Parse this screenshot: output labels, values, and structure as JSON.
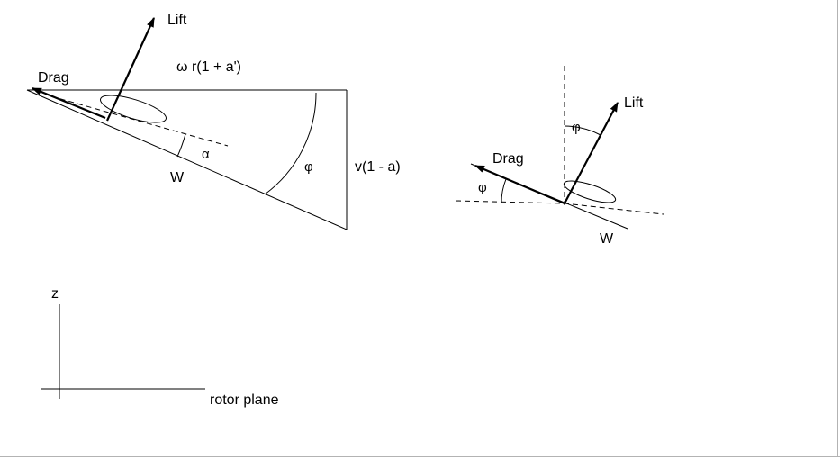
{
  "left_diagram": {
    "lift_label": "Lift",
    "drag_label": "Drag",
    "tangential_velocity_label": "ω r(1 + a')",
    "axial_velocity_label": "v(1 - a)",
    "relative_wind_label": "W",
    "angle_of_attack_label": "α",
    "inflow_angle_label": "φ"
  },
  "right_diagram": {
    "lift_label": "Lift",
    "drag_label": "Drag",
    "relative_wind_label": "W",
    "inflow_angle_top_label": "φ",
    "inflow_angle_side_label": "φ"
  },
  "axes": {
    "z_label": "z",
    "rotor_plane_label": "rotor plane"
  }
}
